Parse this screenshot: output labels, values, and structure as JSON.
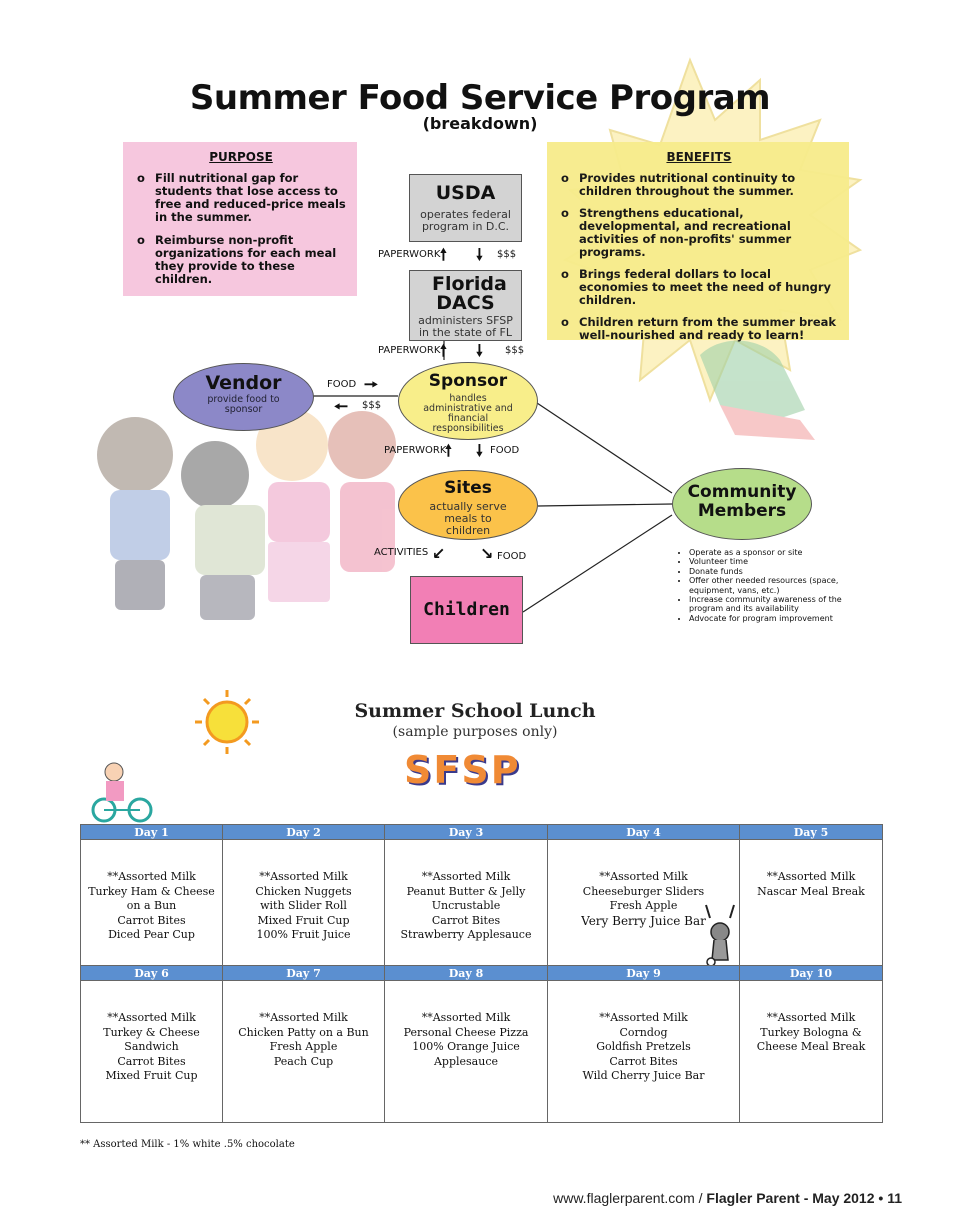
{
  "program": {
    "title": "Summer Food Service Program",
    "subtitle": "(breakdown)"
  },
  "purpose": {
    "heading": "PURPOSE",
    "items": [
      "Fill nutritional gap for students that lose access to free and reduced-price meals in the summer.",
      "Reimburse non-profit organizations for each meal they provide to these children."
    ]
  },
  "benefits": {
    "heading": "BENEFITS",
    "items": [
      "Provides nutritional continuity to children throughout the summer.",
      "Strengthens educational, developmental, and recreational activities of non-profits' summer programs.",
      "Brings federal dollars to local economies to meet the need of hungry children.",
      "Children return from the summer break well-nourished and ready to learn!"
    ]
  },
  "flow": {
    "usda": {
      "name": "USDA",
      "desc": "operates federal program in D.C."
    },
    "dacs": {
      "name": "Florida DACS",
      "desc": "administers SFSP in the state of FL"
    },
    "sponsor": {
      "name": "Sponsor",
      "desc": "handles administrative and financial responsibilities"
    },
    "vendor": {
      "name": "Vendor",
      "desc": "provide food to sponsor"
    },
    "sites": {
      "name": "Sites",
      "desc": "actually serve meals to children"
    },
    "children": {
      "name": "Children"
    },
    "community": {
      "name": "Community Members"
    },
    "labels": {
      "paperwork": "PAPERWORK",
      "money": "$$$",
      "food": "FOOD",
      "activities": "ACTIVITIES"
    },
    "community_list": [
      "Operate as a sponsor or site",
      "Volunteer time",
      "Donate funds",
      "Offer other needed resources (space, equipment, vans, etc.)",
      "Increase community awareness of the program and its availability",
      "Advocate for program improvement"
    ]
  },
  "lunch": {
    "title": "Summer School Lunch",
    "subtitle": "(sample purposes only)",
    "logo_text": "SFSP",
    "days": [
      {
        "label": "Day 1",
        "items": [
          "**Assorted Milk",
          "Turkey Ham & Cheese",
          "on a Bun",
          "Carrot Bites",
          "Diced Pear Cup"
        ]
      },
      {
        "label": "Day 2",
        "items": [
          "**Assorted Milk",
          "Chicken Nuggets",
          "with Slider Roll",
          "Mixed Fruit Cup",
          "100% Fruit Juice"
        ]
      },
      {
        "label": "Day 3",
        "items": [
          "**Assorted Milk",
          "Peanut Butter & Jelly",
          "Uncrustable",
          "Carrot Bites",
          "Strawberry Applesauce"
        ]
      },
      {
        "label": "Day 4",
        "items": [
          "**Assorted Milk",
          "Cheeseburger Sliders",
          "Fresh Apple",
          "Very Berry Juice Bar"
        ]
      },
      {
        "label": "Day 5",
        "items": [
          "**Assorted Milk",
          "Nascar Meal Break"
        ]
      },
      {
        "label": "Day 6",
        "items": [
          "**Assorted Milk",
          "Turkey & Cheese",
          "Sandwich",
          "Carrot Bites",
          "Mixed Fruit Cup"
        ]
      },
      {
        "label": "Day 7",
        "items": [
          "**Assorted Milk",
          "Chicken Patty on a Bun",
          "Fresh Apple",
          "Peach Cup"
        ]
      },
      {
        "label": "Day 8",
        "items": [
          "**Assorted Milk",
          "Personal Cheese Pizza",
          "100% Orange Juice",
          "Applesauce"
        ]
      },
      {
        "label": "Day 9",
        "items": [
          "**Assorted Milk",
          "Corndog",
          "Goldfish Pretzels",
          "Carrot Bites",
          "Wild Cherry Juice Bar"
        ]
      },
      {
        "label": "Day 10",
        "items": [
          "**Assorted Milk",
          "Turkey Bologna &",
          "Cheese Meal Break"
        ]
      }
    ],
    "footnote": "** Assorted Milk - 1% white .5% chocolate"
  },
  "footer": {
    "url": "www.flaglerparent.com /",
    "magazine": "Flagler Parent",
    "issue": "- May 2012 • 11"
  },
  "colors": {
    "purpose_bg": "#f6c7de",
    "benefits_bg": "#f7ec8c",
    "vendor_bg": "#8c88c8",
    "sponsor_bg": "#f8ee8a",
    "sites_bg": "#fbc24a",
    "children_bg": "#f27fb5",
    "community_bg": "#b6dd8a",
    "table_header": "#5b8fd0"
  }
}
